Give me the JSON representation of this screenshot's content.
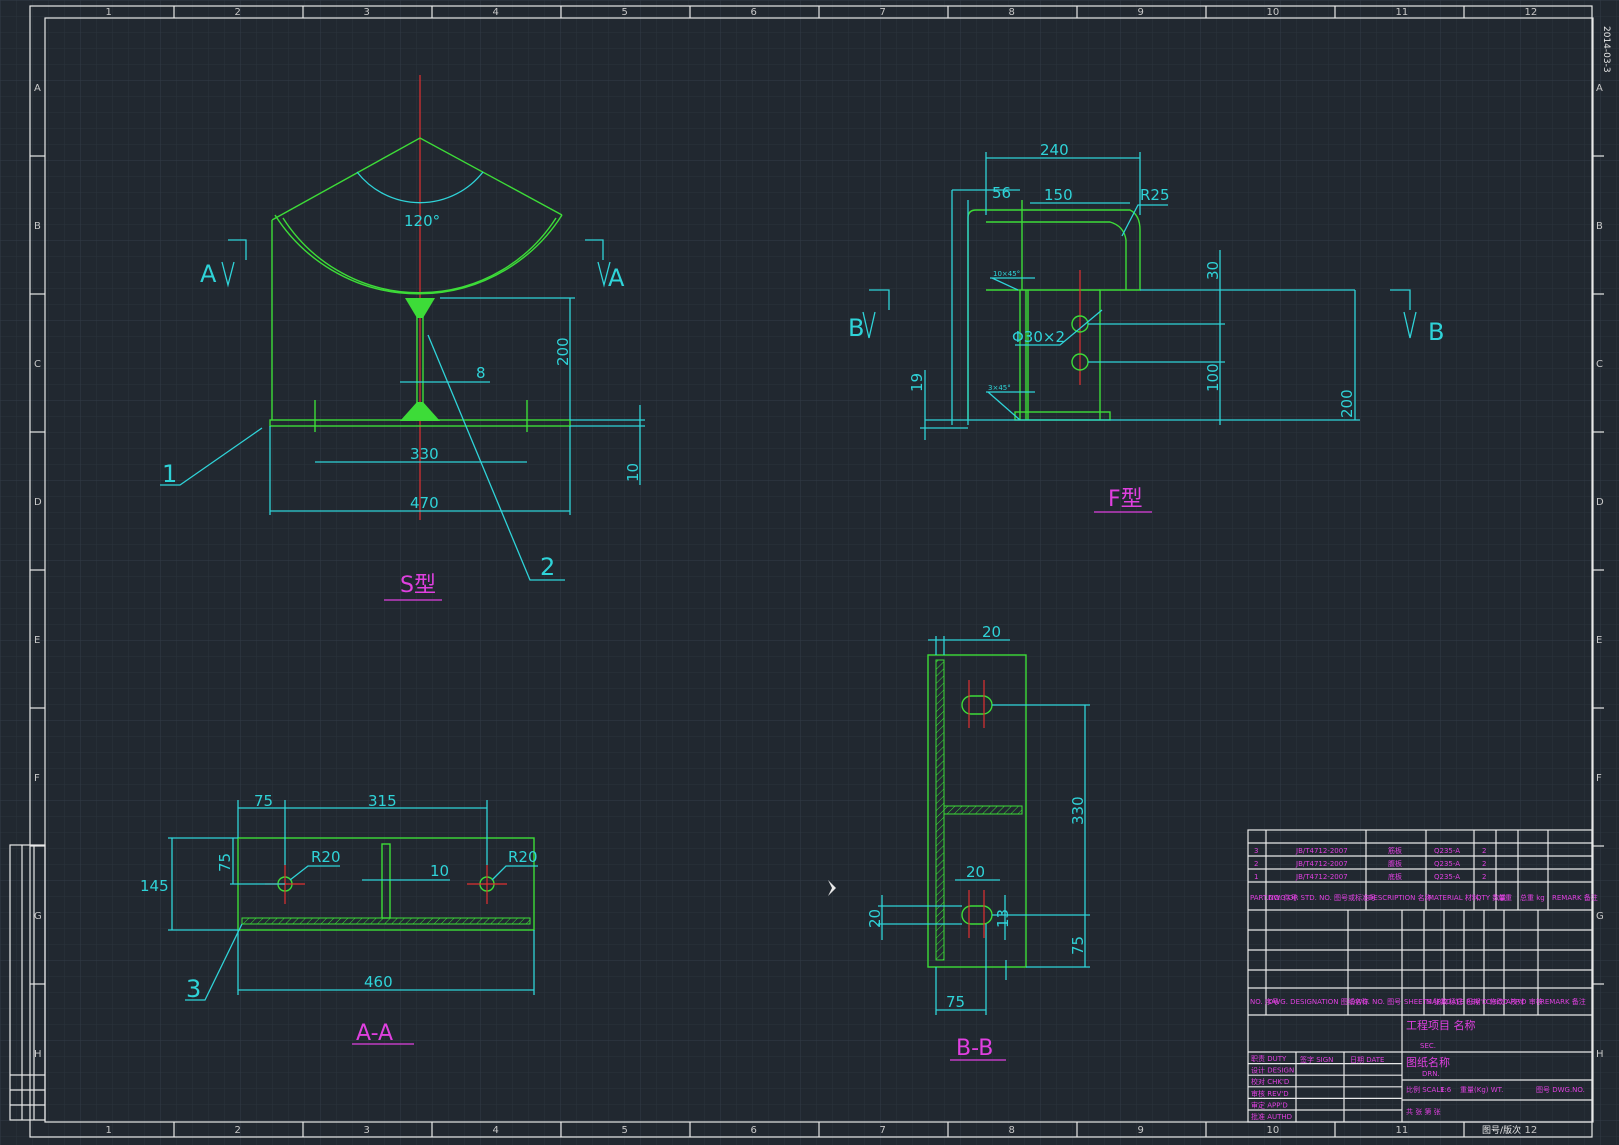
{
  "frame": {
    "col_labels": [
      "1",
      "2",
      "3",
      "4",
      "5",
      "6",
      "7",
      "8",
      "9",
      "10",
      "11",
      "12"
    ],
    "row_labels": [
      "A",
      "B",
      "C",
      "D",
      "E",
      "F",
      "G",
      "H"
    ],
    "corner_text": "2014-03-3"
  },
  "views": {
    "s_type": {
      "title": "S型",
      "angle": "120°",
      "dim_200": "200",
      "dim_8": "8",
      "dim_330": "330",
      "dim_470": "470",
      "dim_10": "10",
      "callout_1": "1",
      "callout_2": "2",
      "section_left": "A",
      "section_right": "A"
    },
    "f_type": {
      "title": "F型",
      "dim_240": "240",
      "dim_56": "56",
      "dim_150": "150",
      "radius": "R25",
      "dim_30": "30",
      "hole": "Φ30×2",
      "dim_100": "100",
      "dim_200": "200",
      "dim_19": "19",
      "chamfer_1": "10×45°",
      "chamfer_2": "3×45°",
      "section_left": "B",
      "section_right": "B"
    },
    "section_aa": {
      "title": "A-A",
      "dim_75_top": "75",
      "dim_315": "315",
      "dim_145": "145",
      "dim_75_side": "75",
      "radius_left": "R20",
      "radius_right": "R20",
      "dim_10": "10",
      "dim_460": "460",
      "callout_3": "3"
    },
    "section_bb": {
      "title": "B-B",
      "dim_20_top": "20",
      "dim_330": "330",
      "dim_20_mid": "20",
      "dim_20_left": "20",
      "dim_13": "13",
      "dim_75_side": "75",
      "dim_75_bottom": "75"
    }
  },
  "title_block": {
    "parts": [
      {
        "no": "3",
        "std": "JB/T4712-2007",
        "desc": "筋板",
        "material": "Q235-A",
        "qty": "2"
      },
      {
        "no": "2",
        "std": "JB/T4712-2007",
        "desc": "腹板",
        "material": "Q235-A",
        "qty": "2"
      },
      {
        "no": "1",
        "std": "JB/T4712-2007",
        "desc": "底板",
        "material": "Q235-A",
        "qty": "2"
      }
    ],
    "parts_header": [
      "PART.NO. 件号",
      "DWG.OR STD. NO. 图号或标准号",
      "DESCRIPTION 名称",
      "MATERIAL 材料",
      "QTY 数量",
      "单重",
      "总重 kg",
      "REMARK 备注"
    ],
    "dwg_header": [
      "NO. 序号",
      "DWG. DESIGNATION 图纸名称",
      "DWG. NO. 图号",
      "SHEETS 张数",
      "MARK 标记",
      "DATE 日期",
      "REV'D 修改",
      "CHK'D 校对",
      "APP'D 审核",
      "REMARK 备注"
    ],
    "project": "工程项目 名称",
    "section": "SEC.",
    "drawing_name": "图纸名称",
    "drawing_name_en": "DRN.",
    "duty_rows": [
      "职责 DUTY",
      "设计 DESIGN",
      "校对 CHK'D",
      "审核 REV'D",
      "审定 APP'D",
      "批准 AUTHD"
    ],
    "sign": "签字 SIGN",
    "date": "日期 DATE",
    "scale": "比例 SCALE",
    "scale_value": "1:6",
    "weight": "重量(Kg) WT.",
    "dwg_no": "图号 DWG.NO.",
    "sheets": "共 张 第 张",
    "footer_text": "图号/版次"
  }
}
